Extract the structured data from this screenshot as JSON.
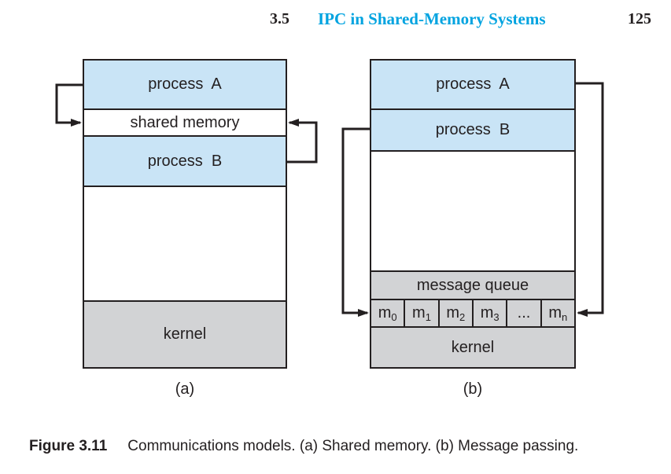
{
  "header": {
    "section_number": "3.5",
    "title": "IPC in Shared-Memory Systems",
    "page_number": "125"
  },
  "diagram_a": {
    "label": "(a)",
    "sections": {
      "process_a": "process  A",
      "shared_memory": "shared memory",
      "process_b": "process  B",
      "kernel": "kernel"
    }
  },
  "diagram_b": {
    "label": "(b)",
    "sections": {
      "process_a": "process  A",
      "process_b": "process  B",
      "message_queue": "message queue",
      "kernel": "kernel"
    },
    "queue_cells": [
      {
        "base": "m",
        "sub": "0"
      },
      {
        "base": "m",
        "sub": "1"
      },
      {
        "base": "m",
        "sub": "2"
      },
      {
        "base": "m",
        "sub": "3"
      },
      {
        "base": "...",
        "sub": ""
      },
      {
        "base": "m",
        "sub": "n"
      }
    ]
  },
  "caption": {
    "figure_label": "Figure 3.11",
    "text": "Communications models. (a) Shared memory. (b) Message passing."
  },
  "colors": {
    "heading_accent": "#00a3e0",
    "process_fill": "#c9e4f6",
    "kernel_fill": "#d2d3d5",
    "line": "#231f20"
  }
}
